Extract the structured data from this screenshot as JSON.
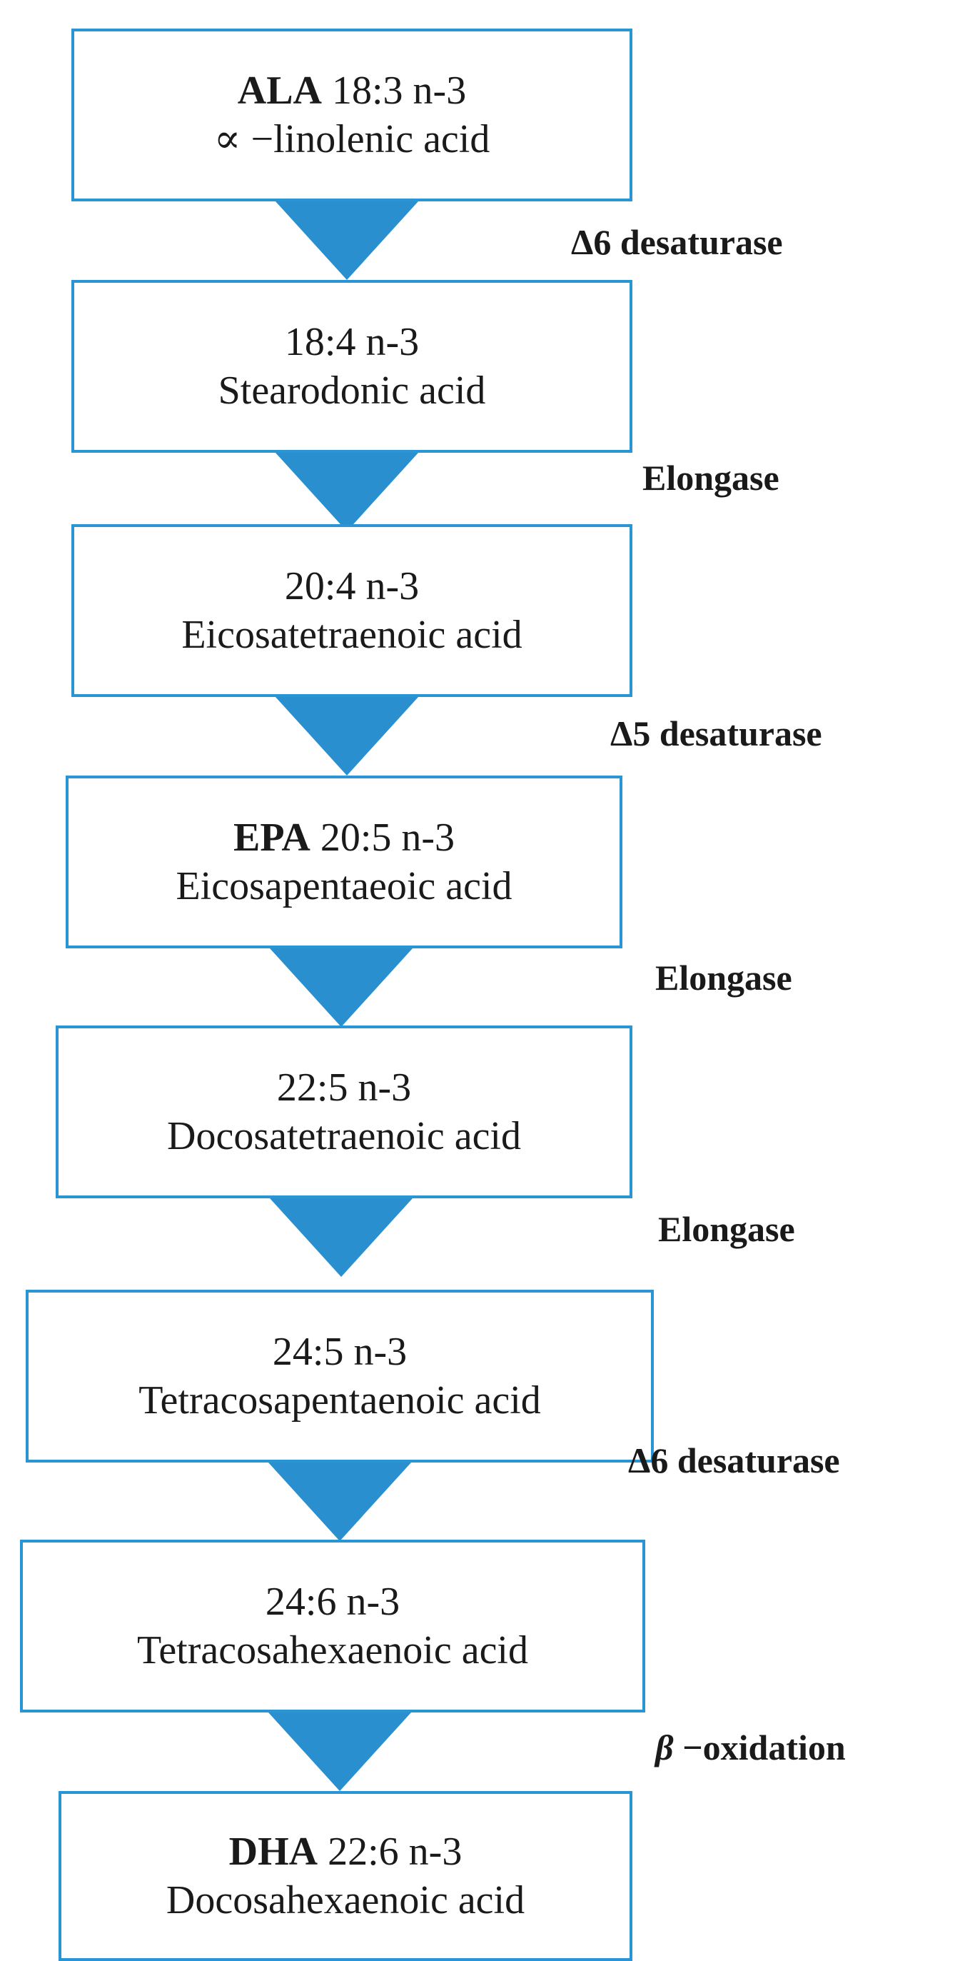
{
  "pathway": {
    "nodes": [
      {
        "abbr": "ALA",
        "formula": "18:3 n-3",
        "name": "∝ −linolenic acid"
      },
      {
        "abbr": "",
        "formula": "18:4 n-3",
        "name": "Stearodonic acid"
      },
      {
        "abbr": "",
        "formula": "20:4 n-3",
        "name": "Eicosatetraenoic acid"
      },
      {
        "abbr": "EPA",
        "formula": "20:5 n-3",
        "name": "Eicosapentaeoic acid"
      },
      {
        "abbr": "",
        "formula": "22:5 n-3",
        "name": "Docosatetraenoic acid"
      },
      {
        "abbr": "",
        "formula": "24:5 n-3",
        "name": "Tetracosapentaenoic acid"
      },
      {
        "abbr": "",
        "formula": "24:6 n-3",
        "name": "Tetracosahexaenoic acid"
      },
      {
        "abbr": "DHA",
        "formula": "22:6 n-3",
        "name": "Docosahexaenoic acid"
      }
    ],
    "steps": [
      {
        "prefix": "Δ",
        "text": "6 desaturase"
      },
      {
        "prefix": "",
        "text": "Elongase"
      },
      {
        "prefix": "Δ",
        "text": "5 desaturase"
      },
      {
        "prefix": "",
        "text": "Elongase"
      },
      {
        "prefix": "",
        "text": "Elongase"
      },
      {
        "prefix": "Δ",
        "text": "6 desaturase"
      },
      {
        "prefix": "β",
        "text": " −oxidation"
      }
    ]
  },
  "colors": {
    "box_border": "#2a95d5",
    "arrow_fill": "#2a8fcf",
    "text": "#1a1a1a"
  }
}
